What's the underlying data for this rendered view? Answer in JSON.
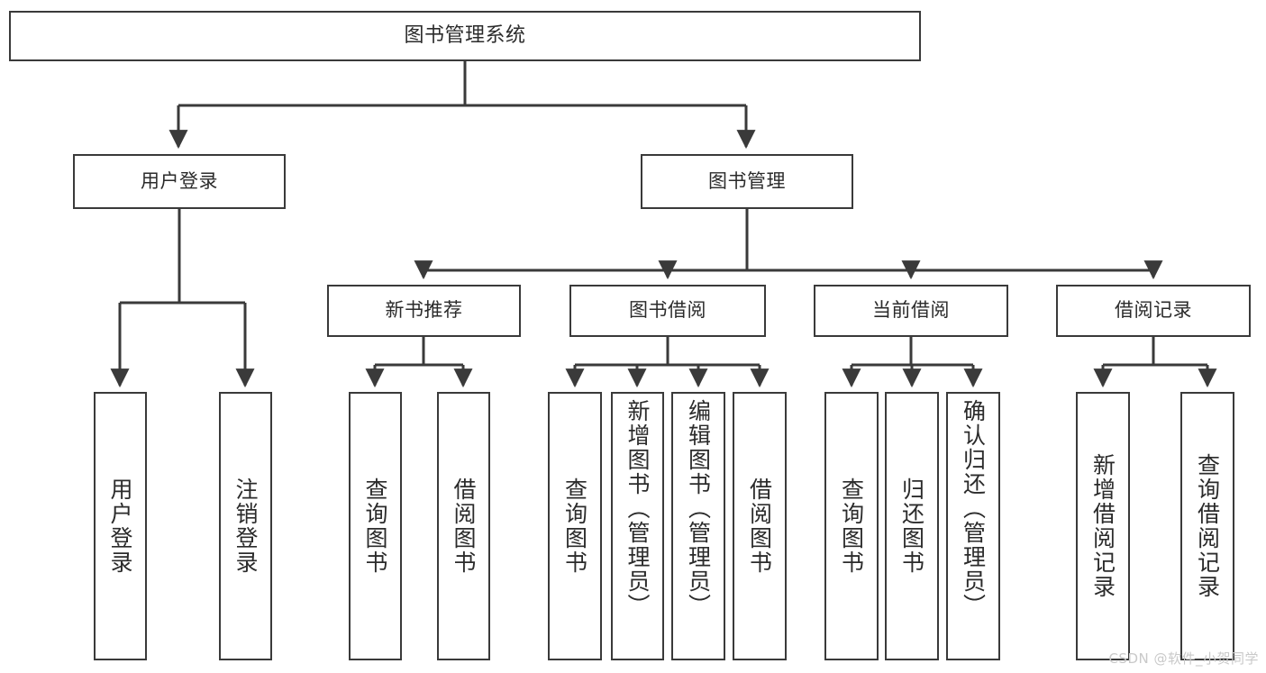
{
  "diagram": {
    "type": "tree-hierarchy",
    "title": "图书管理系统",
    "watermark": "CSDN @软件_小贺同学",
    "colors": {
      "background": "#ffffff",
      "node_border": "#3a3a3a",
      "node_fill": "#ffffff",
      "edge": "#3a3a3a",
      "text": "#2b2b2b",
      "watermark": "#c9c9c9"
    },
    "nodes": {
      "root": {
        "label": "图书管理系统"
      },
      "level2": [
        {
          "id": "user-login",
          "label": "用户登录"
        },
        {
          "id": "book-manage",
          "label": "图书管理"
        }
      ],
      "level3": [
        {
          "id": "new-book-recommend",
          "label": "新书推荐"
        },
        {
          "id": "book-borrow",
          "label": "图书借阅"
        },
        {
          "id": "current-borrow",
          "label": "当前借阅"
        },
        {
          "id": "borrow-record",
          "label": "借阅记录"
        }
      ],
      "leaves": {
        "user-login": [
          {
            "id": "leaf-user-login",
            "label": "用户登录"
          },
          {
            "id": "leaf-logout-login",
            "label": "注销登录"
          }
        ],
        "new-book-recommend": [
          {
            "id": "leaf-query-book-1",
            "label": "查询图书"
          },
          {
            "id": "leaf-borrow-book-1",
            "label": "借阅图书"
          }
        ],
        "book-borrow": [
          {
            "id": "leaf-query-book-2",
            "label": "查询图书"
          },
          {
            "id": "leaf-add-book",
            "label": "新增图书（管理员）"
          },
          {
            "id": "leaf-edit-book",
            "label": "编辑图书（管理员）"
          },
          {
            "id": "leaf-borrow-book-2",
            "label": "借阅图书"
          }
        ],
        "current-borrow": [
          {
            "id": "leaf-query-book-3",
            "label": "查询图书"
          },
          {
            "id": "leaf-return-book",
            "label": "归还图书"
          },
          {
            "id": "leaf-confirm-return",
            "label": "确认归还（管理员）"
          }
        ],
        "borrow-record": [
          {
            "id": "leaf-add-record",
            "label": "新增借阅记录"
          },
          {
            "id": "leaf-query-record",
            "label": "查询借阅记录"
          }
        ]
      }
    }
  }
}
